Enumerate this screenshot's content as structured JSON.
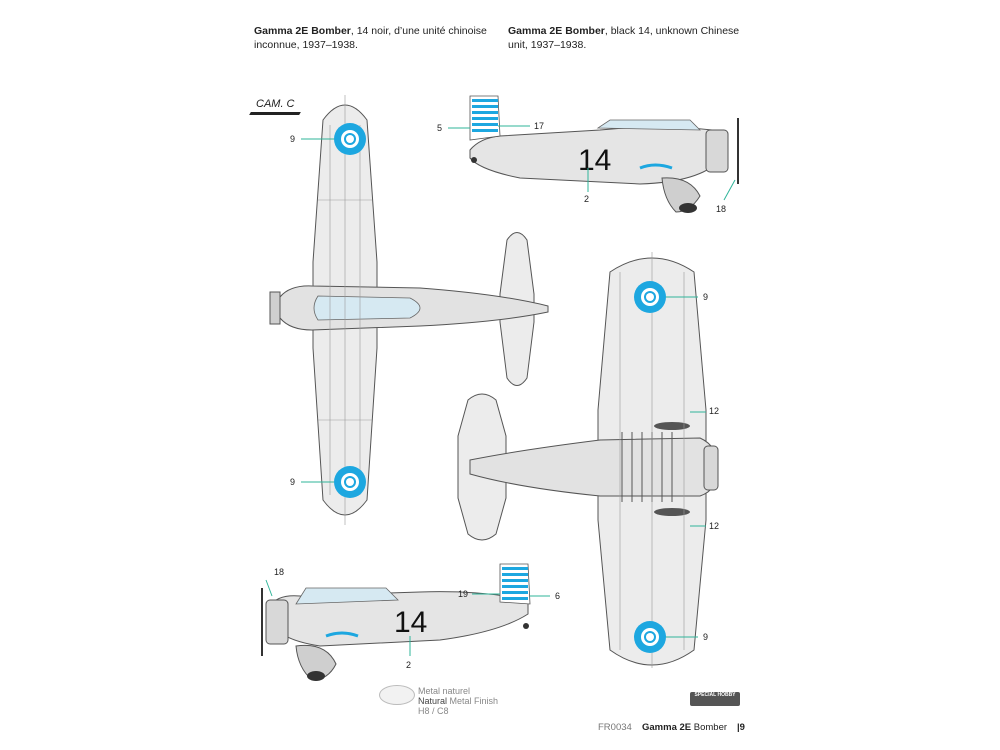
{
  "captions": {
    "fr": {
      "bold": "Gamma 2E Bomber",
      "rest": ", 14 noir, d’une unité chinoise inconnue, 1937–1938."
    },
    "en": {
      "bold": "Gamma 2E Bomber",
      "rest": ", black 14, unknown Chinese unit, 1937–1938."
    }
  },
  "camo_label": "CAM. C",
  "aircraft_number": "14",
  "callouts": {
    "top_wing_upper": "9",
    "top_wing_lower": "9",
    "side_fin_left": "5",
    "side_fin_right": "17",
    "side_fuselage": "2",
    "side_prop": "18",
    "bottom_wing_upper": "9",
    "bottom_bomb_upper": "12",
    "bottom_bomb_lower": "12",
    "bottom_wing_lower": "9",
    "side2_prop": "18",
    "side2_fin_left": "19",
    "side2_fin_right": "6",
    "side2_fuselage": "2"
  },
  "legend": {
    "line1": "Metal naturel",
    "line2_bold": "Natural",
    "line2_rest": " Metal Finish",
    "line3": "H8 / C8"
  },
  "colors": {
    "roundel_blue": "#1da7e0",
    "leader_green": "#2fb59a",
    "metal": "#e9e9e9"
  },
  "footer": {
    "code": "FR0034",
    "title_bold": "Gamma 2E",
    "title_rest": " Bomber",
    "page": "|9"
  },
  "brand": "SPECIAL HOBBY"
}
